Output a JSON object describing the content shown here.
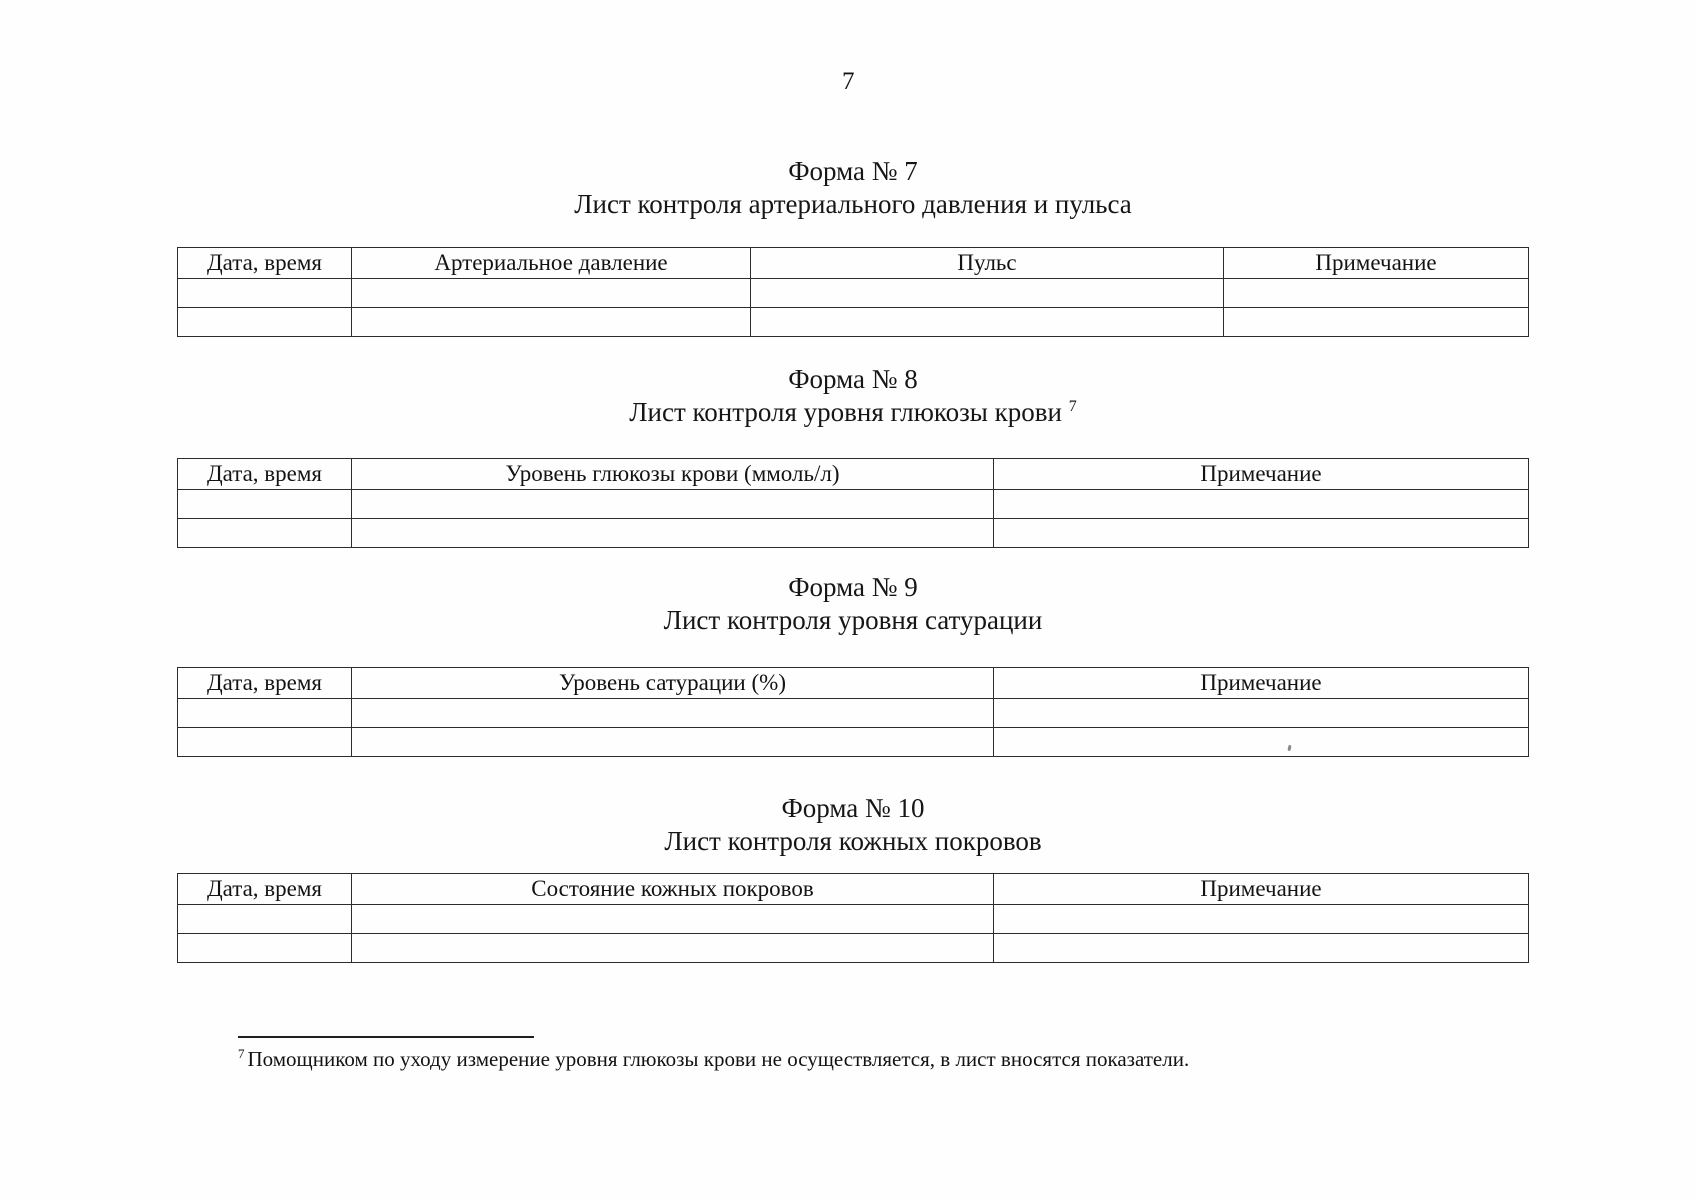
{
  "page": {
    "number": "7"
  },
  "forms": [
    {
      "title": "Форма № 7",
      "subtitle": "Лист контроля артериального давления и пульса",
      "columns": [
        "Дата, время",
        "Артериальное давление",
        "Пульс",
        "Примечание"
      ]
    },
    {
      "title": "Форма № 8",
      "subtitle": "Лист контроля уровня глюкозы крови",
      "footnote_ref": "7",
      "columns": [
        "Дата, время",
        "Уровень глюкозы крови (ммоль/л)",
        "Примечание"
      ]
    },
    {
      "title": "Форма № 9",
      "subtitle": "Лист контроля уровня сатурации",
      "columns": [
        "Дата, время",
        "Уровень сатурации (%)",
        "Примечание"
      ]
    },
    {
      "title": "Форма № 10",
      "subtitle": "Лист контроля кожных покровов",
      "columns": [
        "Дата, время",
        "Состояние кожных покровов",
        "Примечание"
      ]
    }
  ],
  "footnote": {
    "marker": "7",
    "text": "Помощником по уходу измерение уровня глюкозы крови не осуществляется, в лист вносятся показатели."
  }
}
